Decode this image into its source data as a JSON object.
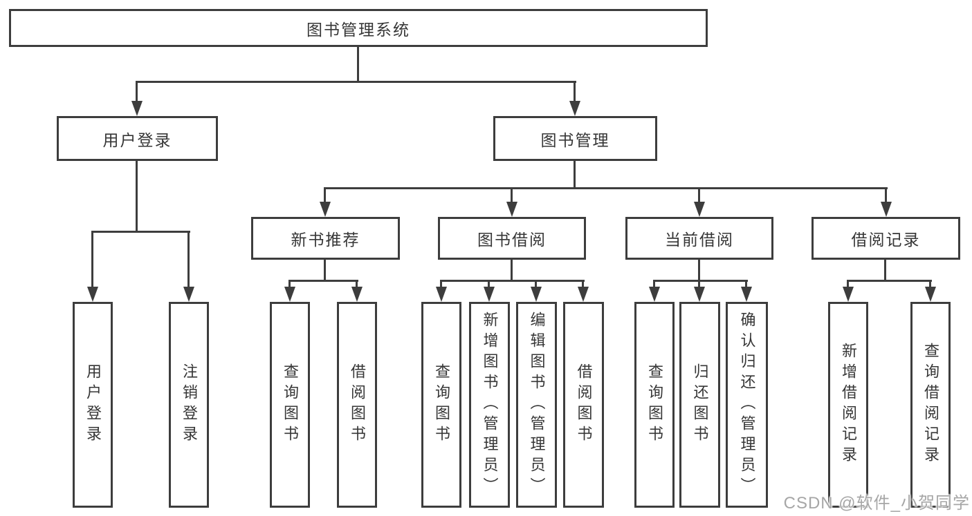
{
  "diagram": {
    "root": {
      "label": "图书管理系统"
    },
    "level2": [
      {
        "label": "用户登录",
        "children": [
          {
            "label": "用户登录"
          },
          {
            "label": "注销登录"
          }
        ]
      },
      {
        "label": "图书管理",
        "children": [
          {
            "label": "新书推荐",
            "children": [
              {
                "label": "查询图书"
              },
              {
                "label": "借阅图书"
              }
            ]
          },
          {
            "label": "图书借阅",
            "children": [
              {
                "label": "查询图书"
              },
              {
                "label": "新增图书（管理员）"
              },
              {
                "label": "编辑图书（管理员）"
              },
              {
                "label": "借阅图书"
              }
            ]
          },
          {
            "label": "当前借阅",
            "children": [
              {
                "label": "查询图书"
              },
              {
                "label": "归还图书"
              },
              {
                "label": "确认归还（管理员）"
              }
            ]
          },
          {
            "label": "借阅记录",
            "children": [
              {
                "label": "新增借阅记录"
              },
              {
                "label": "查询借阅记录"
              }
            ]
          }
        ]
      }
    ],
    "watermark": "CSDN @软件_小贺同学",
    "colors": {
      "line": "#3d3d3d",
      "text": "#363636",
      "watermark": "#a6a6a6",
      "background": "#ffffff"
    }
  }
}
